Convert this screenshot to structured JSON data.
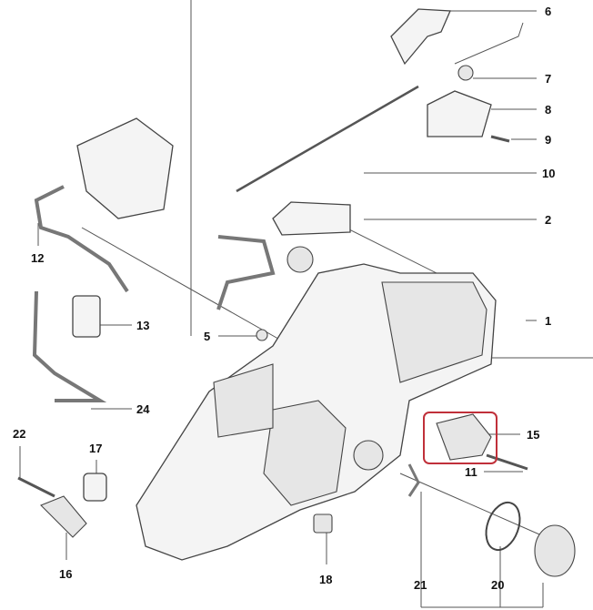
{
  "diagram": {
    "callouts": [
      {
        "id": "6",
        "label": "6"
      },
      {
        "id": "7",
        "label": "7"
      },
      {
        "id": "8",
        "label": "8"
      },
      {
        "id": "9",
        "label": "9"
      },
      {
        "id": "10",
        "label": "10"
      },
      {
        "id": "2",
        "label": "2"
      },
      {
        "id": "1",
        "label": "1"
      },
      {
        "id": "12",
        "label": "12"
      },
      {
        "id": "13",
        "label": "13"
      },
      {
        "id": "5",
        "label": "5"
      },
      {
        "id": "24",
        "label": "24"
      },
      {
        "id": "15",
        "label": "15"
      },
      {
        "id": "11",
        "label": "11"
      },
      {
        "id": "22",
        "label": "22"
      },
      {
        "id": "17",
        "label": "17"
      },
      {
        "id": "16",
        "label": "16"
      },
      {
        "id": "18",
        "label": "18"
      },
      {
        "id": "21",
        "label": "21"
      },
      {
        "id": "20",
        "label": "20"
      }
    ],
    "highlight_color": "#c0303a"
  }
}
